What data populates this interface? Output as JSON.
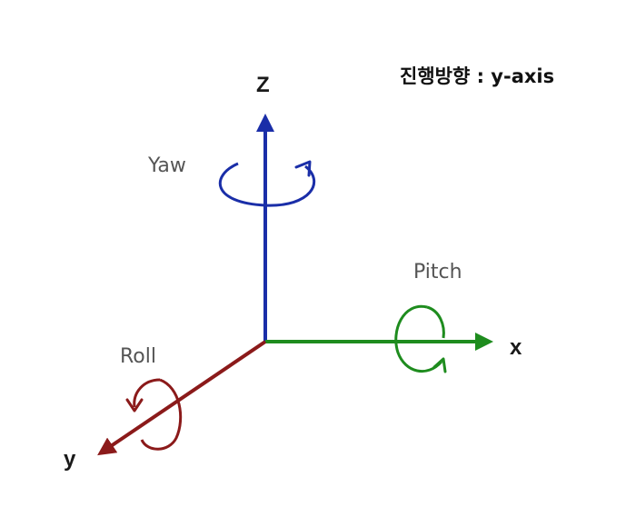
{
  "heading": {
    "direction_label": "진행방향 : y-axis"
  },
  "axes": {
    "z": {
      "label": "Z",
      "color": "#1a2ea8"
    },
    "x": {
      "label": "x",
      "color": "#1e8c1e"
    },
    "y": {
      "label": "y",
      "color": "#8b1a1a"
    }
  },
  "rotations": {
    "yaw": {
      "label": "Yaw",
      "axis": "z",
      "color": "#1a2ea8"
    },
    "pitch": {
      "label": "Pitch",
      "axis": "x",
      "color": "#1e8c1e"
    },
    "roll": {
      "label": "Roll",
      "axis": "y",
      "color": "#8b1a1a"
    }
  }
}
